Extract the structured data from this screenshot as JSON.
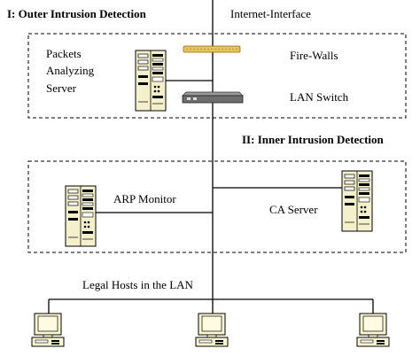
{
  "sections": {
    "outer_title": "I: Outer Intrusion Detection",
    "inner_title": "II: Inner Intrusion Detection"
  },
  "labels": {
    "internet_interface": "Internet-Interface",
    "packets_line1": "Packets",
    "packets_line2": "Analyzing",
    "packets_line3": "Server",
    "firewalls": "Fire-Walls",
    "lan_switch": "LAN Switch",
    "arp_monitor": "ARP Monitor",
    "ca_server": "CA Server",
    "legal_hosts": "Legal Hosts in the LAN"
  },
  "icons": {
    "server": "server-tower-icon",
    "firewall": "firewall-device-icon",
    "switch": "network-switch-icon",
    "host": "desktop-computer-icon"
  },
  "colors": {
    "line": "#000000",
    "firewall": "#e8c35a",
    "switch": "#6d6d6d",
    "server_body": "#f4f0cc",
    "monitor_screen": "#fbf7d3"
  }
}
